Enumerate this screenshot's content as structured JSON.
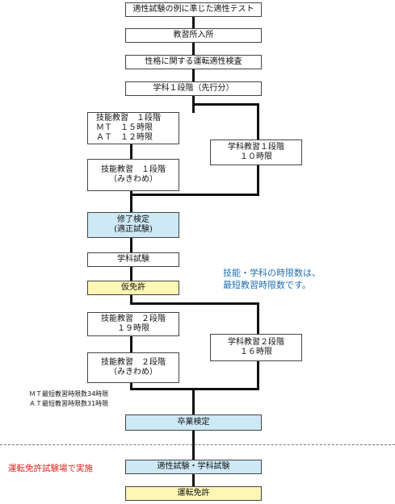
{
  "flow": {
    "title": "適性試験の例に準じた適性テスト",
    "admission": "教習所入所",
    "aptitude": "性格に関する運転適性検査",
    "academic_stage1_advance": "学科１段階（先行分）",
    "skill_stage1": [
      "技能教習　１段階",
      "ＭＴ　１５時限",
      "ＡＴ　１２時限"
    ],
    "skill_stage1_check": [
      "技能教習　１段階",
      "（みきわめ）"
    ],
    "academic_stage1": [
      "学科教習１段階",
      "１０時限"
    ],
    "completion_exam": [
      "修了検定",
      "(適正試験)"
    ],
    "academic_exam": "学科試験",
    "provisional_license": "仮免許",
    "skill_stage2": [
      "技能教習　２段階",
      "１９時限"
    ],
    "skill_stage2_check": [
      "技能教習　２段階",
      "（みきわめ）"
    ],
    "academic_stage2": [
      "学科教習２段階",
      "１６時限"
    ],
    "graduation_exam": "卒業検定",
    "final_exam": "適性試験・学科試験",
    "driver_license": "運転免許"
  },
  "note": [
    "技能・学科の時限数は、",
    "最短教習時限数です。"
  ],
  "limits": [
    "ＭＴ最短教習時限数34時限",
    "ＡＴ最短教習時限数31時限"
  ],
  "test_center_label": "運転免許試験場で実施",
  "colors": {
    "blue_box": "#cde9f6",
    "yellow_box": "#fdf6b5",
    "note_text": "#1f6fb0",
    "red_text": "#d8231c"
  }
}
